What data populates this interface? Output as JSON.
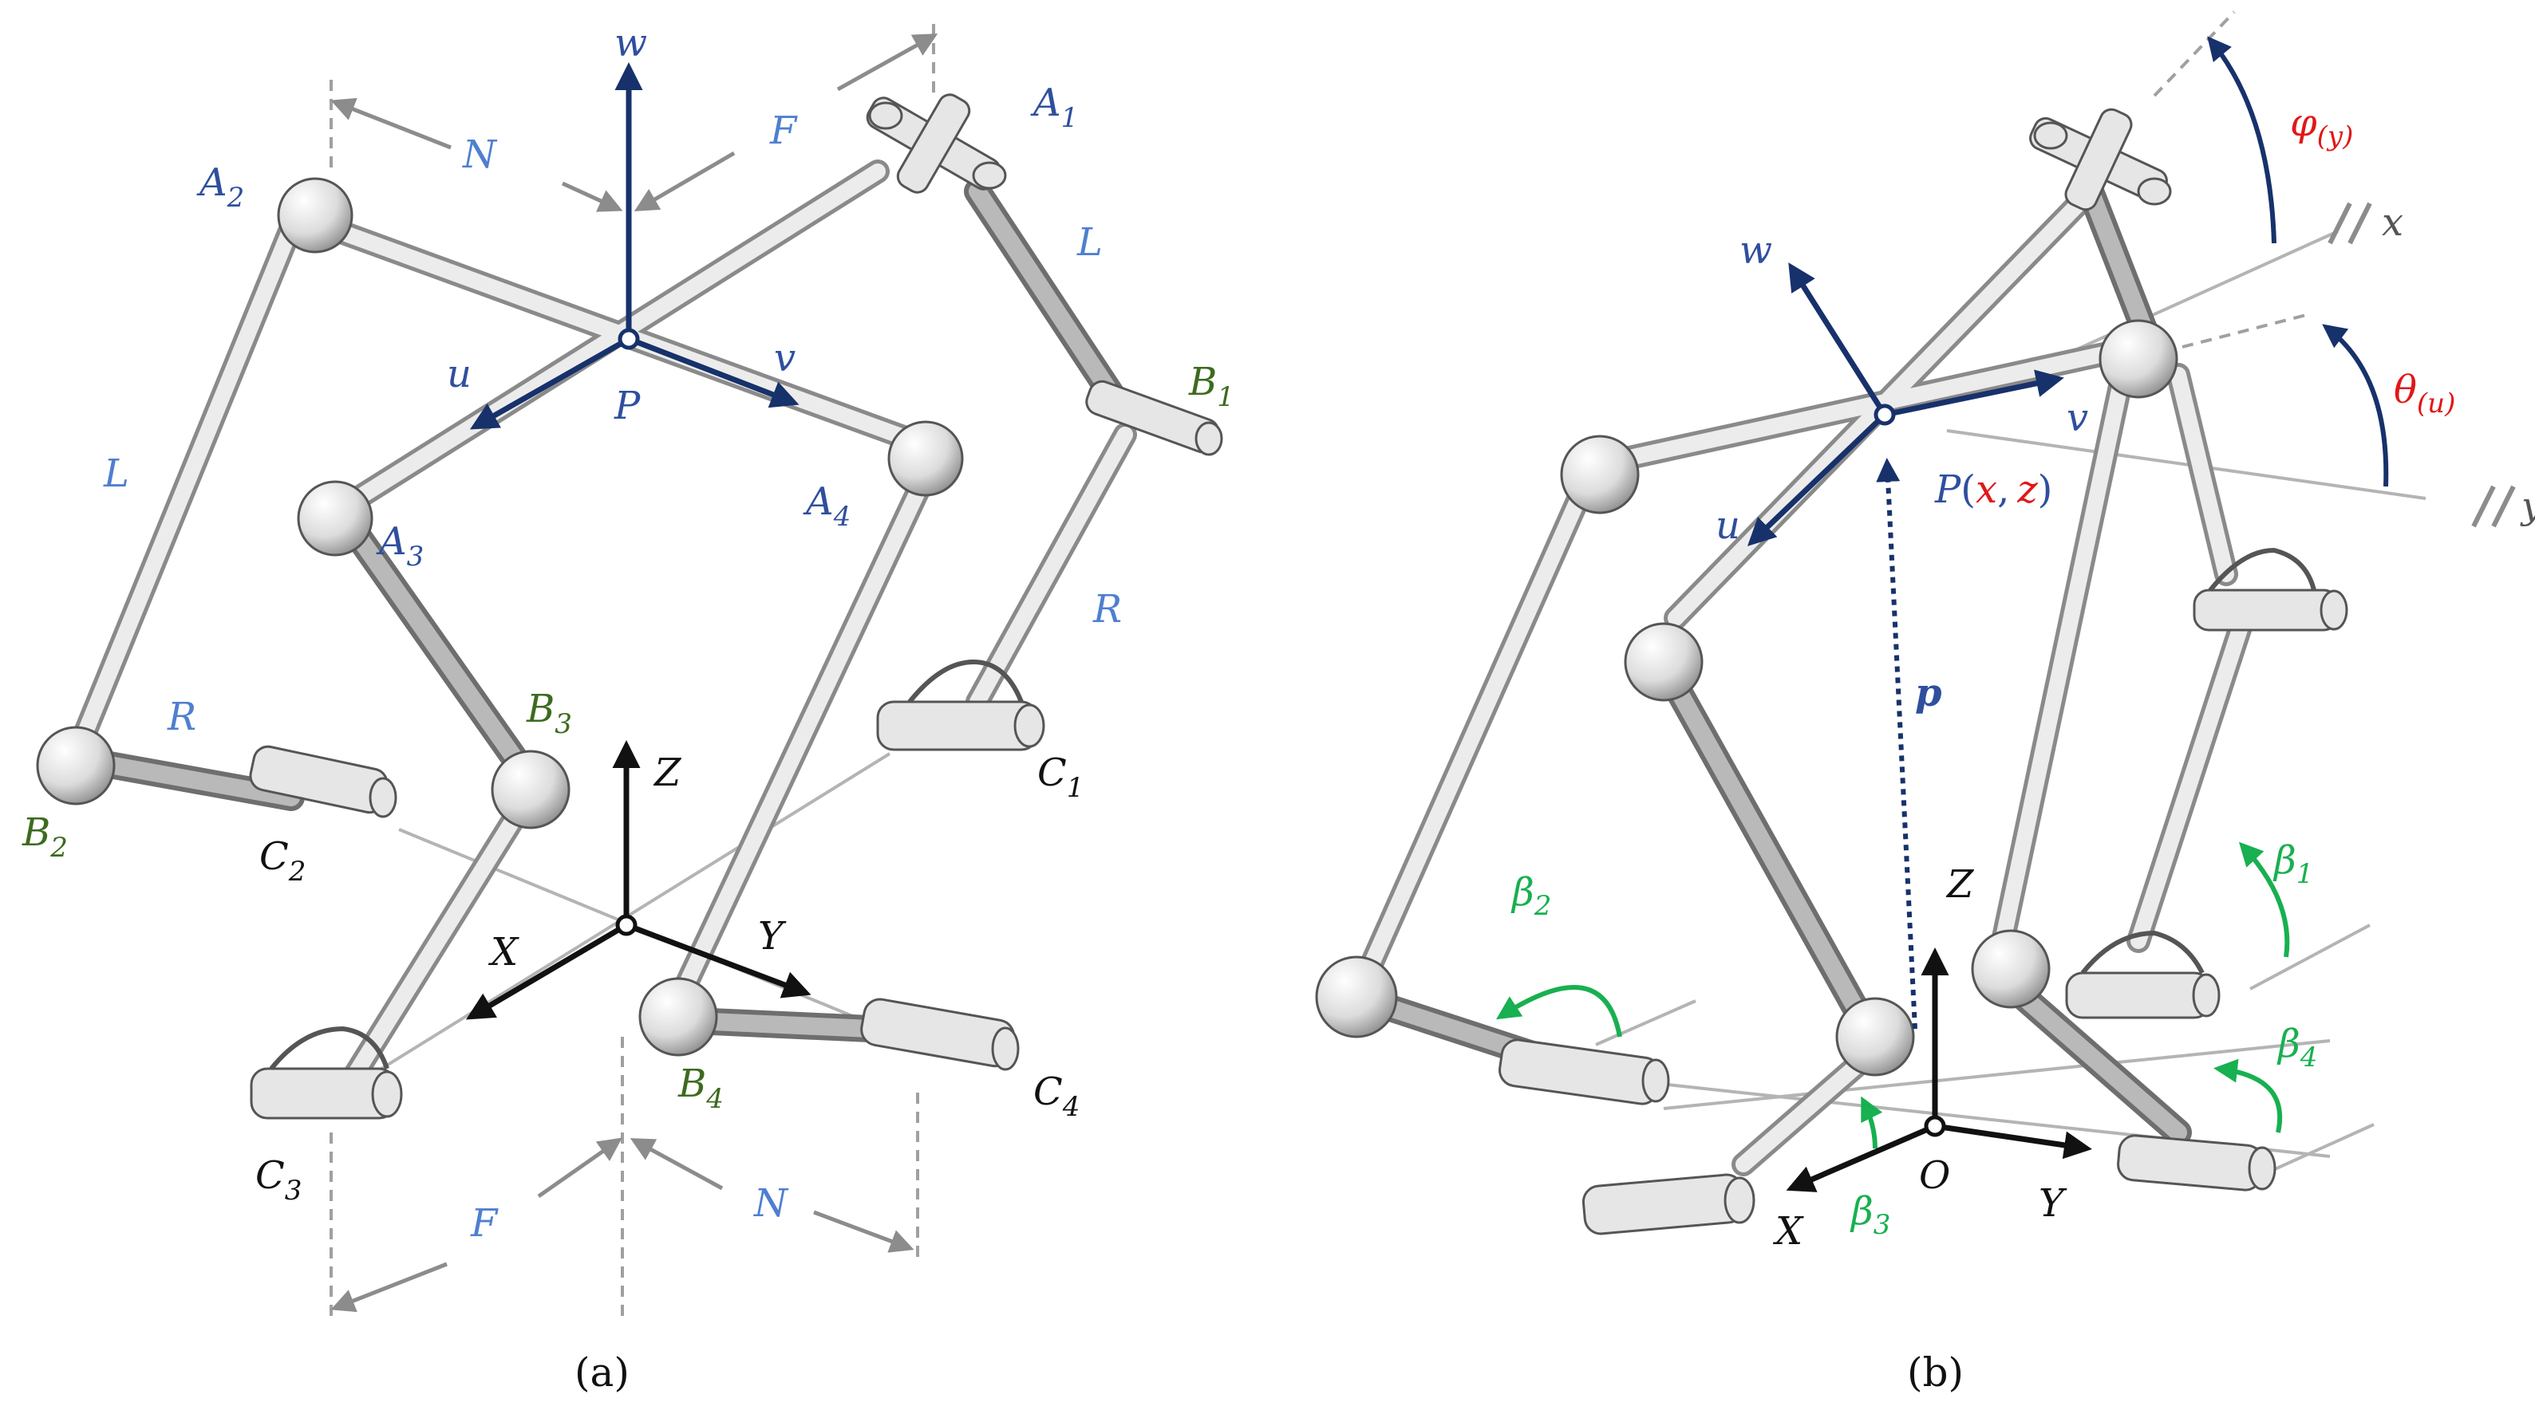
{
  "colors": {
    "navy": "#17316b",
    "label_blue": "#2f4f9e",
    "light_blue": "#4f7fd0",
    "dark_green": "#3d6b1f",
    "bright_green": "#18b050",
    "red": "#e01818",
    "dim_gray": "#8c8c8c",
    "rod_light": "#dedede",
    "rod_dark": "#9e9e9e",
    "black": "#111111"
  },
  "panel_a": {
    "caption": "(a)",
    "frame_top": {
      "w": "w",
      "u": "u",
      "v": "v",
      "P": "P"
    },
    "frame_base": {
      "X": "X",
      "Y": "Y",
      "Z": "Z"
    },
    "dims": {
      "N_top": "N",
      "F_top": "F",
      "L_left": "L",
      "L_right": "L",
      "R_left": "R",
      "R_right": "R",
      "F_bottom": "F",
      "N_bottom": "N"
    },
    "joints": {
      "A1": {
        "base": "A",
        "sub": "1"
      },
      "A2": {
        "base": "A",
        "sub": "2"
      },
      "A3": {
        "base": "A",
        "sub": "3"
      },
      "A4": {
        "base": "A",
        "sub": "4"
      },
      "B1": {
        "base": "B",
        "sub": "1"
      },
      "B2": {
        "base": "B",
        "sub": "2"
      },
      "B3": {
        "base": "B",
        "sub": "3"
      },
      "B4": {
        "base": "B",
        "sub": "4"
      },
      "C1": {
        "base": "C",
        "sub": "1"
      },
      "C2": {
        "base": "C",
        "sub": "2"
      },
      "C3": {
        "base": "C",
        "sub": "3"
      },
      "C4": {
        "base": "C",
        "sub": "4"
      }
    }
  },
  "panel_b": {
    "caption": "(b)",
    "frame_top": {
      "w": "w",
      "u": "u",
      "v": "v"
    },
    "point": {
      "P": "P",
      "open": "(",
      "x": "x",
      "comma": ",",
      "z": "z",
      "close": ")"
    },
    "vector": "p",
    "frame_base": {
      "X": "X",
      "Y": "Y",
      "Z": "Z",
      "O": "O"
    },
    "axes_ref": {
      "x": "x",
      "y": "y",
      "mark": "//"
    },
    "angles": {
      "phi": {
        "symbol": "φ",
        "sub": "(y)"
      },
      "theta": {
        "symbol": "θ",
        "sub": "(u)"
      },
      "beta1": {
        "base": "β",
        "sub": "1"
      },
      "beta2": {
        "base": "β",
        "sub": "2"
      },
      "beta3": {
        "base": "β",
        "sub": "3"
      },
      "beta4": {
        "base": "β",
        "sub": "4"
      }
    }
  }
}
